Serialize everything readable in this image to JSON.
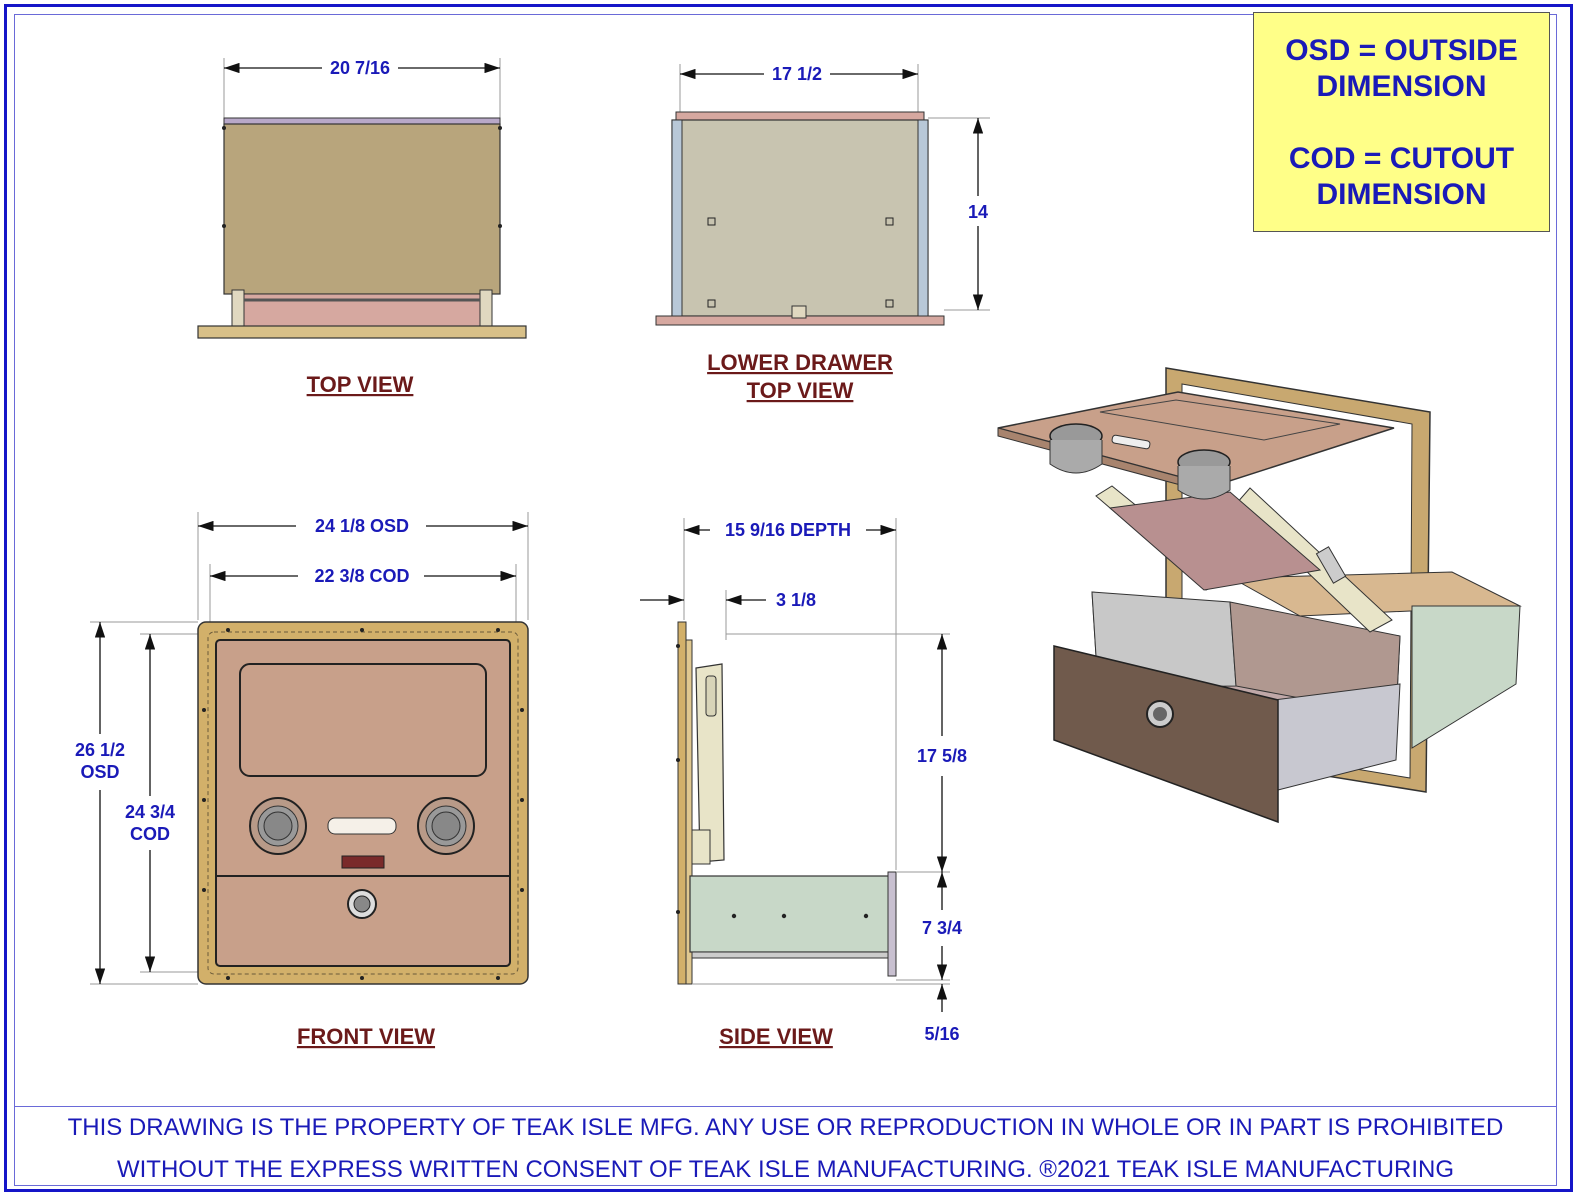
{
  "legend": {
    "line1": "OSD = OUTSIDE",
    "line2": "DIMENSION",
    "line3": "COD = CUTOUT",
    "line4": "DIMENSION"
  },
  "views": {
    "top_view": {
      "title": "TOP VIEW",
      "width": "20 7/16"
    },
    "lower_drawer_top_view": {
      "title_line1": "LOWER DRAWER",
      "title_line2": "TOP VIEW",
      "width": "17 1/2",
      "depth": "14"
    },
    "front_view": {
      "title": "FRONT VIEW",
      "osd_width": "24 1/8 OSD",
      "cod_width": "22 3/8 COD",
      "osd_height_value": "26 1/2",
      "osd_height_label": "OSD",
      "cod_height_value": "24 3/4",
      "cod_height_label": "COD"
    },
    "side_view": {
      "title": "SIDE VIEW",
      "depth": "15 9/16 DEPTH",
      "offset": "3 1/8",
      "upper_height": "17 5/8",
      "drawer_height": "7 3/4",
      "bottom_gap": "5/16"
    }
  },
  "colors": {
    "dimension_text": "#1a1ab8",
    "view_title": "#6b1a1a",
    "panel_tan": "#c8a888",
    "flange": "#d2b06a",
    "legend_bg": "#ffff88"
  },
  "footer": {
    "line1": "THIS DRAWING IS THE PROPERTY OF TEAK ISLE MFG. ANY USE OR REPRODUCTION IN WHOLE OR IN PART IS PROHIBITED",
    "line2": "WITHOUT THE EXPRESS WRITTEN CONSENT OF TEAK ISLE MANUFACTURING.  ®2021 TEAK ISLE MANUFACTURING"
  }
}
